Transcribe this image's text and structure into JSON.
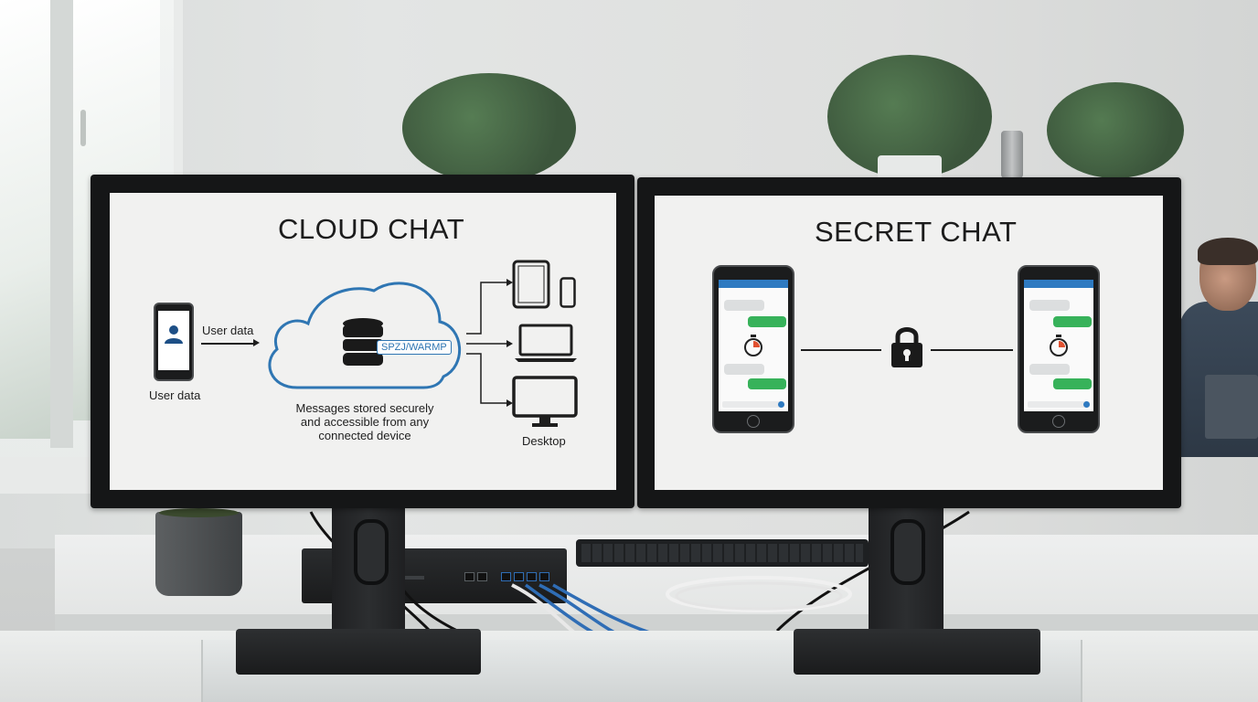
{
  "left_monitor": {
    "title": "CLOUD CHAT",
    "arrow_label": "User data",
    "phone_label": "User data",
    "cloud_badge": "SPZJ/WARMP",
    "cloud_caption": "Messages stored securely and accessible from any connected device",
    "device_label": "Desktop"
  },
  "right_monitor": {
    "title": "SECRET CHAT"
  },
  "colors": {
    "cloud_outline": "#2f76b3",
    "message_green": "#37b25a",
    "message_grey": "#dcdedf",
    "timer_accent": "#e0502f",
    "chat_header": "#2e7ac1"
  },
  "icons": [
    "user-icon",
    "database-icon",
    "tablet-icon",
    "phone-icon",
    "laptop-icon",
    "desktop-icon",
    "lock-icon",
    "timer-icon"
  ]
}
